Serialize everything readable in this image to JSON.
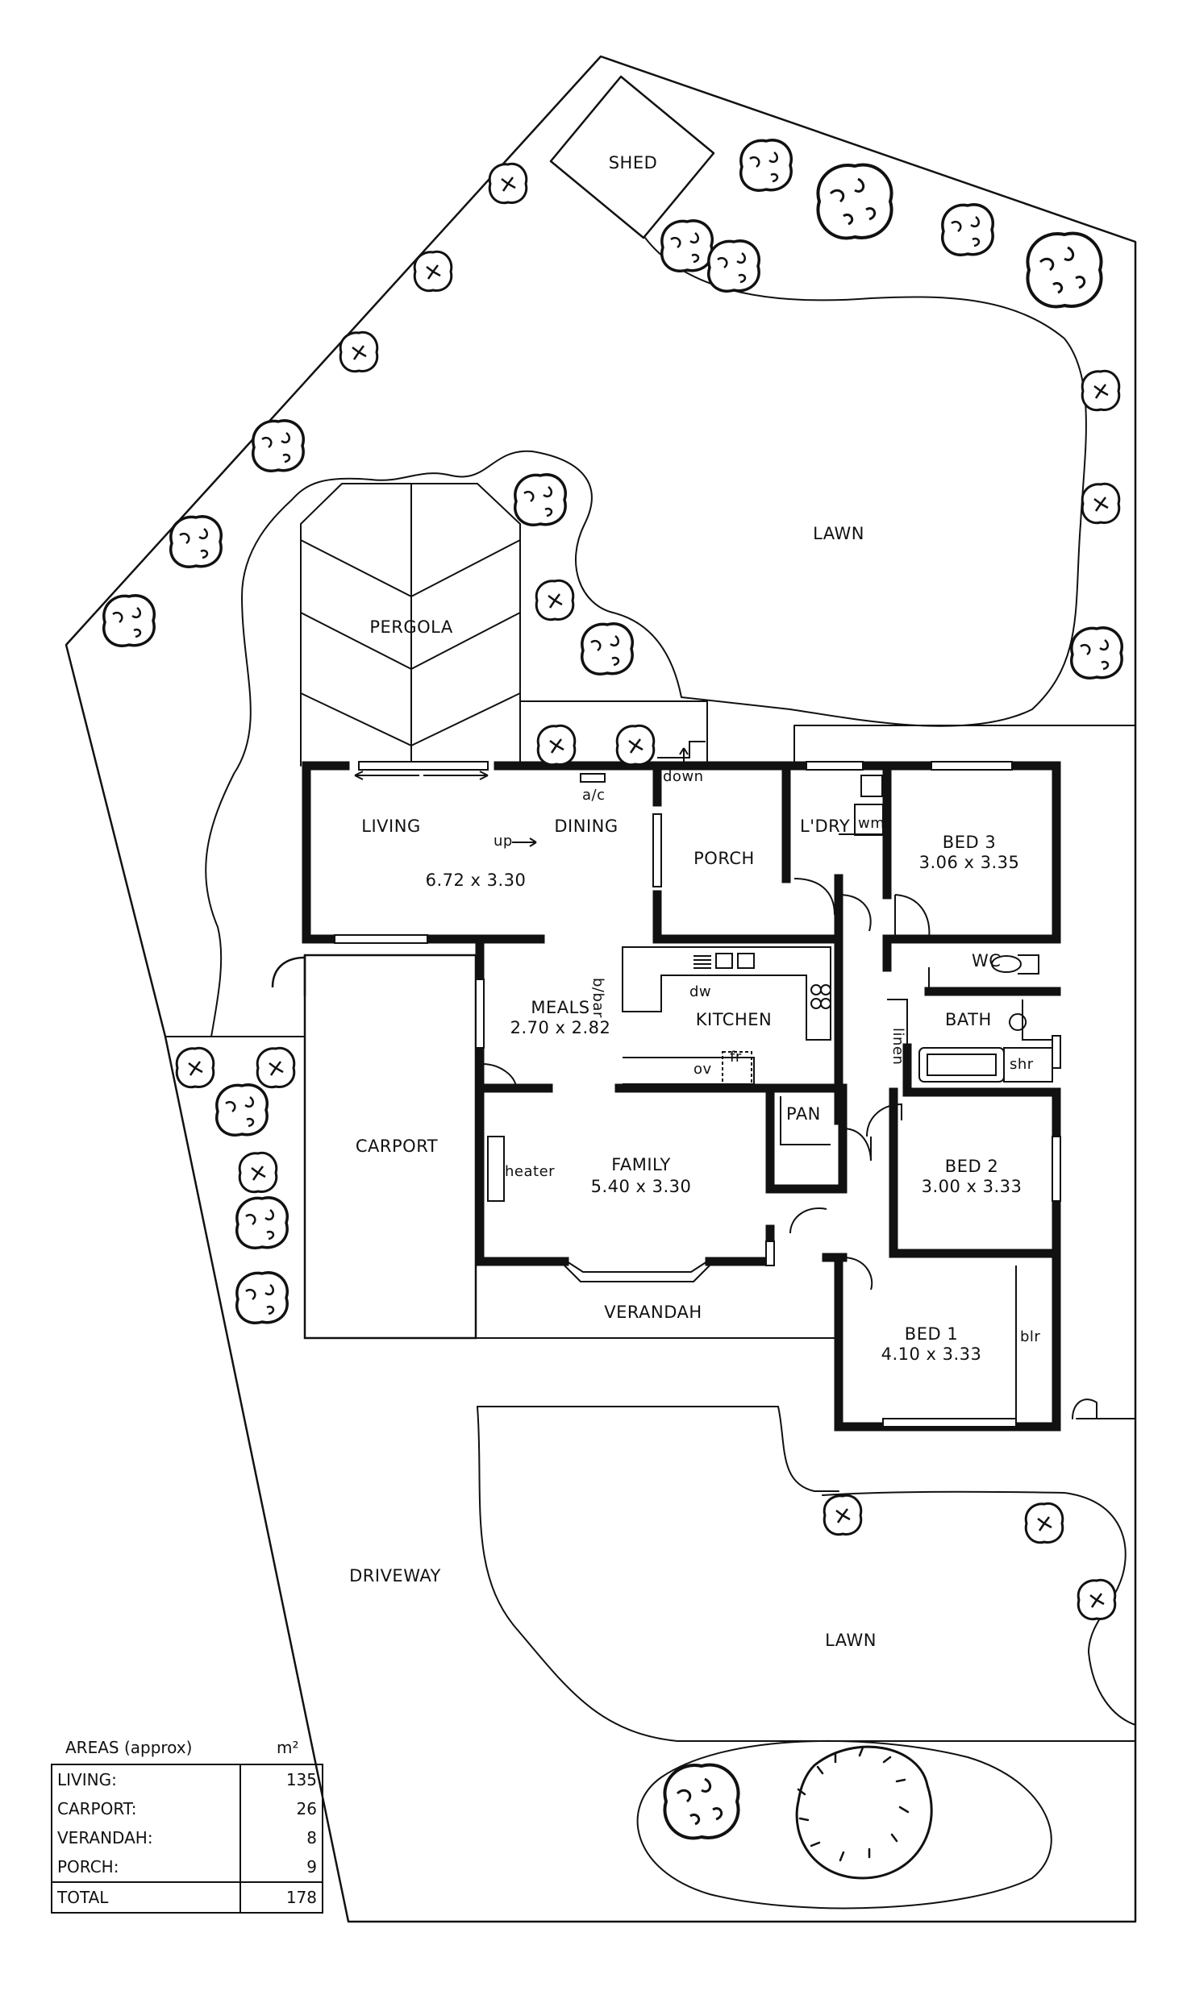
{
  "labels": {
    "shed": "SHED",
    "lawn_back": "LAWN",
    "pergola": "PERGOLA",
    "living": "LIVING",
    "up": "up",
    "dining": "DINING",
    "ac": "a/c",
    "living_dims": "6.72 x 3.30",
    "down": "down",
    "porch": "PORCH",
    "laundry": "L'DRY",
    "wm": "wm",
    "bed3": "BED 3",
    "bed3_dims": "3.06 x 3.35",
    "bbar": "b/bar",
    "dw": "dw",
    "kitchen": "KITCHEN",
    "wc": "WC",
    "bath": "BATH",
    "linen": "linen",
    "shr": "shr",
    "meals": "MEALS",
    "meals_dims": "2.70 x 2.82",
    "ov": "ov",
    "fr": "fr",
    "pan": "PAN",
    "carport": "CARPORT",
    "heater": "heater",
    "family": "FAMILY",
    "family_dims": "5.40 x 3.30",
    "bed2": "BED 2",
    "bed2_dims": "3.00 x 3.33",
    "verandah": "VERANDAH",
    "bed1": "BED 1",
    "bed1_dims": "4.10 x 3.33",
    "blr": "blr",
    "driveway": "DRIVEWAY",
    "lawn_front": "LAWN"
  },
  "areas": {
    "title": "AREAS (approx)",
    "unit": "m²",
    "rows": [
      {
        "label": "LIVING:",
        "value": "135"
      },
      {
        "label": "CARPORT:",
        "value": "26"
      },
      {
        "label": "VERANDAH:",
        "value": "8"
      },
      {
        "label": "PORCH:",
        "value": "9"
      }
    ],
    "total": {
      "label": "TOTAL",
      "value": "178"
    }
  }
}
